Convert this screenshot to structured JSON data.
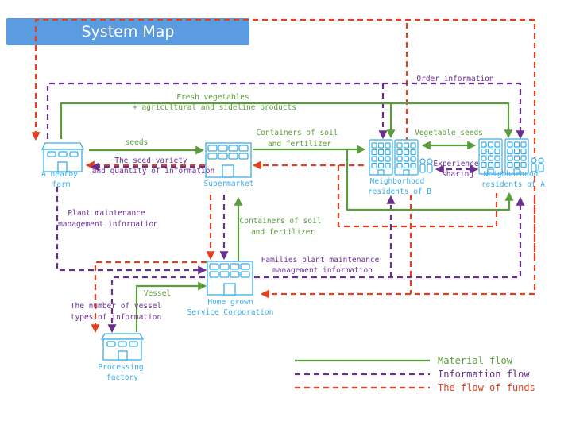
{
  "title": "System Map",
  "colors": {
    "material": "#5a9e3c",
    "information": "#6b2f8f",
    "funds": "#e2401f",
    "node": "#3aaee8",
    "title_bg": "#5b9be0"
  },
  "nodes": {
    "farm": {
      "label_1": "A nearby",
      "label_2": "farm",
      "icon": "farm-building-icon"
    },
    "supermarket": {
      "label": "Supermarket",
      "icon": "supermarket-building-icon"
    },
    "residents_b": {
      "label_1": "Neighborhood",
      "label_2": "residents of B",
      "icon": "apartment-buildings-icon"
    },
    "residents_a": {
      "label_1": "Neighborhood",
      "label_2": "residents of A",
      "icon": "apartment-buildings-icon"
    },
    "service": {
      "label_1": "Home grown",
      "label_2": "Service Corporation",
      "icon": "office-building-icon"
    },
    "factory": {
      "label_1": "Processing",
      "label_2": "factory",
      "icon": "factory-building-icon"
    }
  },
  "edge_labels": {
    "fresh_1": "Fresh vegetables",
    "fresh_2": "+ agricultural and sideline products",
    "order": "Order information",
    "seeds": "seeds",
    "seed_info_1": "The seed variety",
    "seed_info_2": "and quantity of information",
    "containers_top_1": "Containers of soil",
    "containers_top_2": "and fertilizer",
    "veg_seeds": "Vegetable seeds",
    "experience_1": "Experience",
    "experience_2": "sharing",
    "plant_info_1": "Plant maintenance",
    "plant_info_2": "management information",
    "containers_mid_1": "Containers of soil",
    "containers_mid_2": "and fertilizer",
    "families_1": "Families plant maintenance",
    "families_2": "management information",
    "vessel": "Vessel",
    "vessel_info_1": "The number of vessel",
    "vessel_info_2": "types of information"
  },
  "legend": {
    "material": "Material flow",
    "information": "Information flow",
    "funds": "The flow of funds"
  }
}
